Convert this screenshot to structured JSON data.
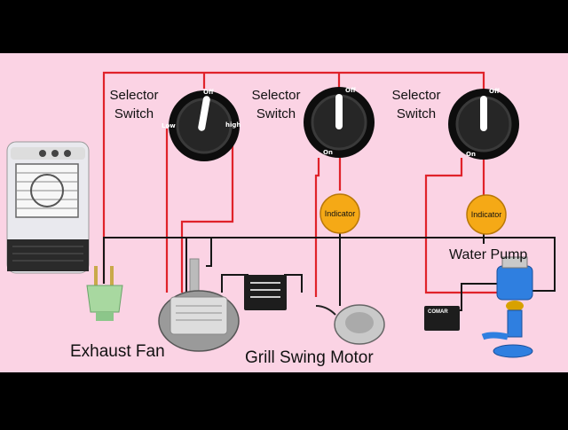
{
  "diagram": {
    "background": "#fbd3e4",
    "wire_red": "#e0222a",
    "wire_black": "#161616",
    "indicator_color": "#f5a916"
  },
  "switches": [
    {
      "label_line1": "Selector",
      "label_line2": "Switch",
      "pos_a": "Off",
      "pos_b": "Low",
      "pos_c": "high"
    },
    {
      "label_line1": "Selector",
      "label_line2": "Switch",
      "pos_a": "Off",
      "pos_b": "On"
    },
    {
      "label_line1": "Selector",
      "label_line2": "Switch",
      "pos_a": "Off",
      "pos_b": "On"
    }
  ],
  "indicators": [
    {
      "label": "Indicator"
    },
    {
      "label": "Indicator"
    }
  ],
  "components": {
    "exhaust_fan": "Exhaust Fan",
    "grill_swing_motor": "Grill Swing Motor",
    "water_pump": "Water Pump"
  },
  "capacitor_brand": "COMAR"
}
